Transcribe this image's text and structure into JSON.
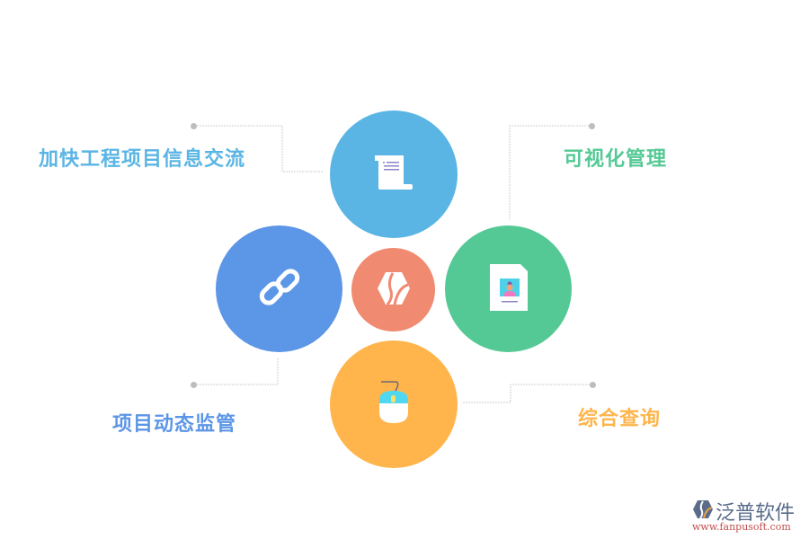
{
  "diagram": {
    "center": {
      "icon": "fanpu-hexagon-logo-icon",
      "color": "#f08a70"
    },
    "nodes": [
      {
        "id": "top",
        "label": "加快工程项目信息交流",
        "icon": "scroll-document-icon",
        "color": "#5ab5e4",
        "label_color": "#5ab5e4"
      },
      {
        "id": "right",
        "label": "可视化管理",
        "icon": "profile-card-icon",
        "color": "#55c995",
        "label_color": "#55c995"
      },
      {
        "id": "left",
        "label": "项目动态监管",
        "icon": "chain-link-icon",
        "color": "#5c96e6",
        "label_color": "#5c96e6"
      },
      {
        "id": "bottom",
        "label": "综合查询",
        "icon": "mouse-icon",
        "color": "#ffb54c",
        "label_color": "#ffb54c"
      }
    ],
    "connector_color": "#cccccc"
  },
  "watermark": {
    "brand": "泛普软件",
    "url": "www.fanpusoft.com"
  }
}
